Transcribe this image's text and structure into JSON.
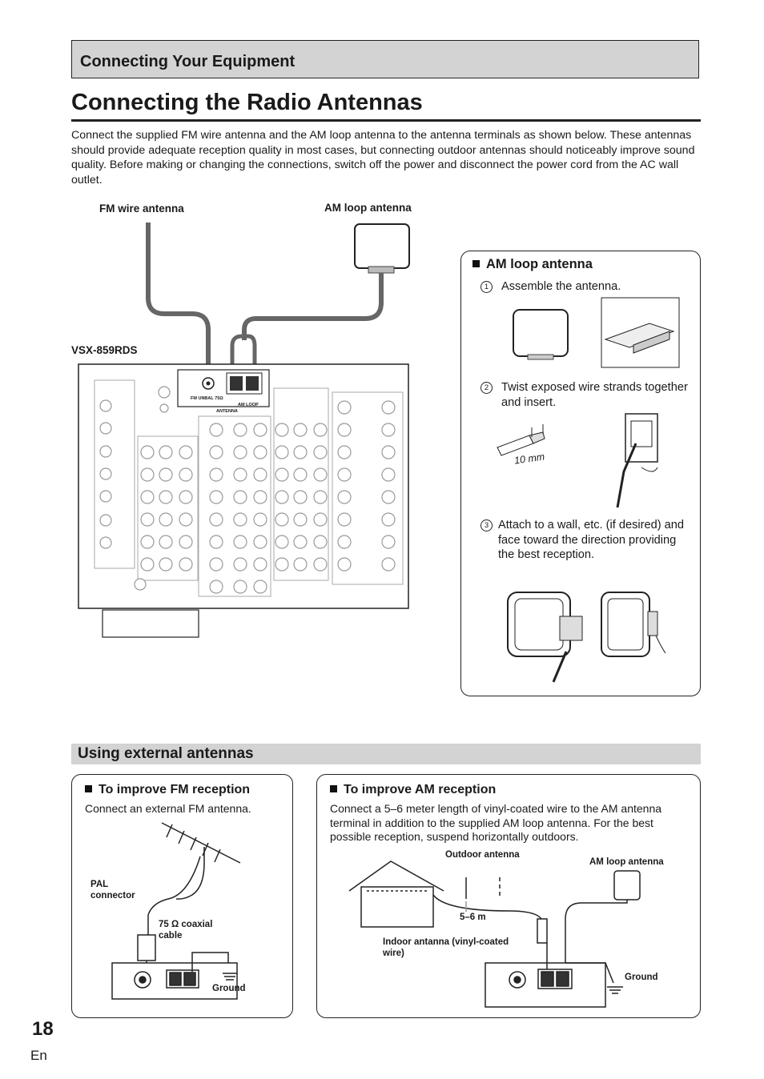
{
  "header": {
    "section": "Connecting Your Equipment"
  },
  "page": {
    "title": "Connecting the Radio Antennas",
    "intro": "Connect the supplied FM wire antenna and the AM loop antenna to the antenna terminals as shown below. These antennas should provide adequate reception quality in most cases, but connecting outdoor antennas should noticeably improve sound quality. Before making or changing the connections, switch off the power and disconnect the power cord from the AC wall outlet."
  },
  "main_diagram": {
    "fm_label": "FM wire antenna",
    "am_label": "AM loop antenna",
    "model": "VSX-859RDS",
    "fm_terminal": "FM UNBAL 75Ω",
    "am_terminal": "AM LOOP",
    "antenna_terminal": "ANTENNA"
  },
  "am_box": {
    "title": "AM loop antenna",
    "steps": [
      {
        "num": "1",
        "text": "Assemble the antenna."
      },
      {
        "num": "2",
        "text": "Twist exposed wire strands together and insert."
      },
      {
        "num": "3",
        "text": "Attach to a wall, etc. (if desired) and face toward the direction providing the best reception."
      }
    ],
    "wire_length": "10 mm"
  },
  "external": {
    "title": "Using external antennas",
    "fm": {
      "title": "To improve FM reception",
      "text": "Connect an external FM antenna.",
      "pal_label": "PAL connector",
      "cable_label": "75 Ω coaxial cable",
      "ground_label": "Ground"
    },
    "am": {
      "title": "To improve AM reception",
      "text": "Connect a 5–6 meter length of vinyl-coated wire to the AM antenna terminal in addition to the supplied AM loop antenna. For the best possible reception, suspend horizontally outdoors.",
      "outdoor_label": "Outdoor antenna",
      "loop_label": "AM loop antenna",
      "length_label": "5–6 m",
      "indoor_label": "Indoor antanna (vinyl-coated wire)",
      "ground_label": "Ground"
    }
  },
  "footer": {
    "page_number": "18",
    "lang": "En"
  }
}
